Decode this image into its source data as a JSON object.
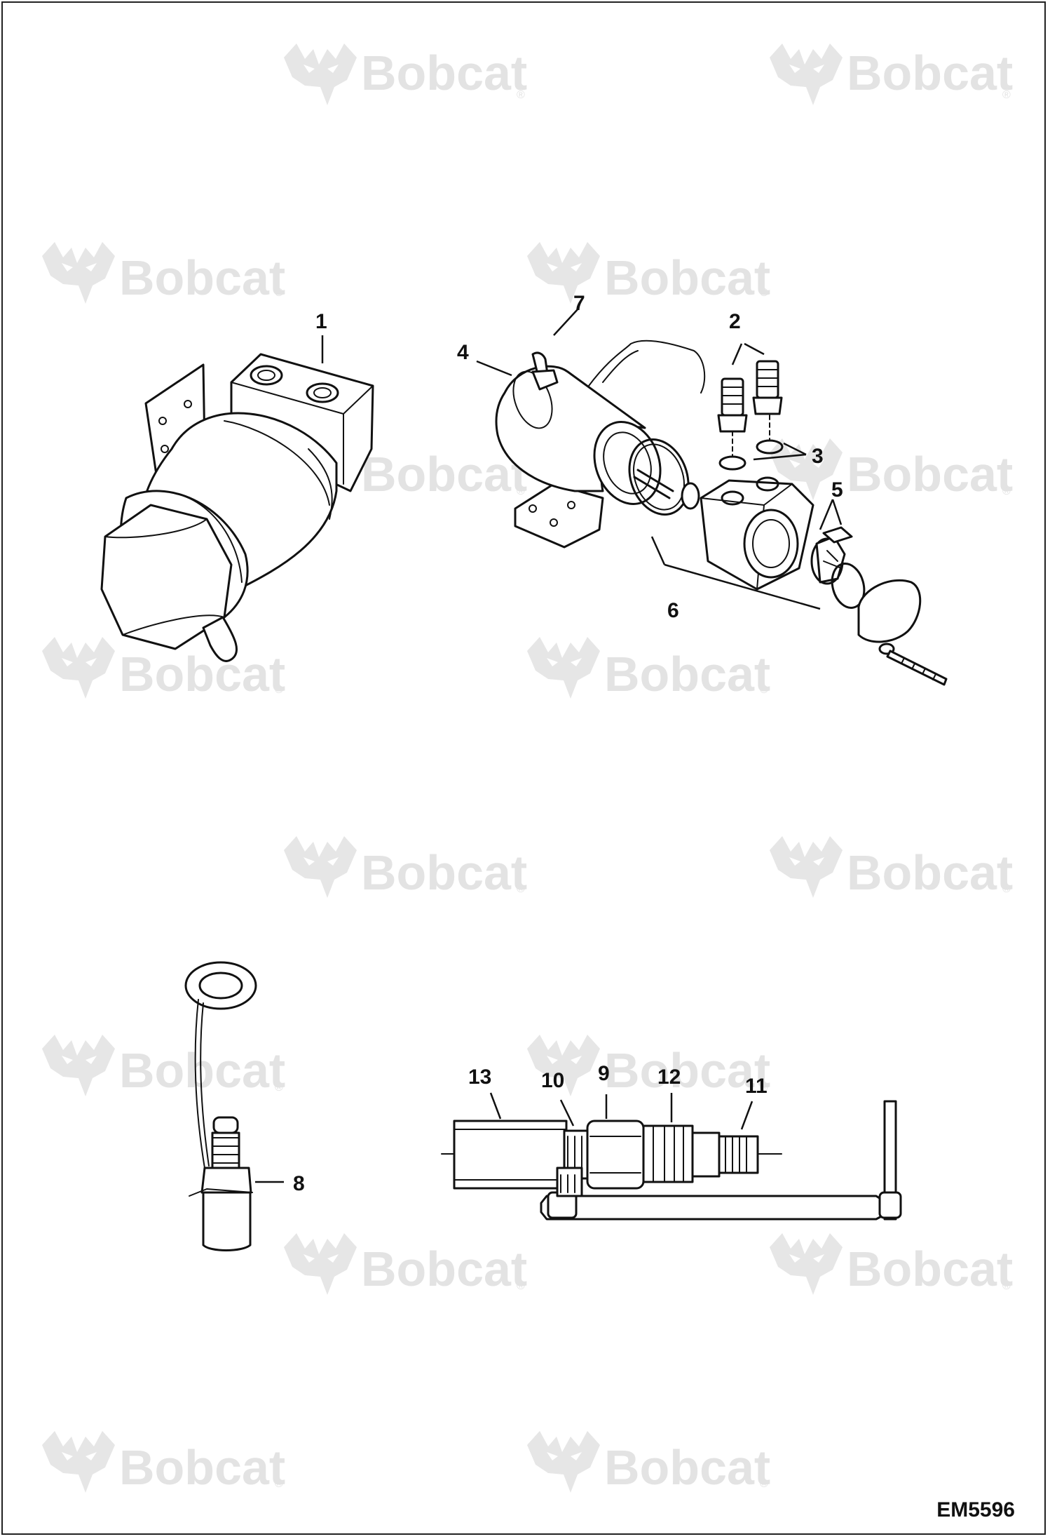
{
  "watermark": {
    "text": "Bobcat",
    "mark": "®"
  },
  "drawing_code": "EM5596",
  "callouts": {
    "c1": "1",
    "c2": "2",
    "c3": "3",
    "c4": "4",
    "c5": "5",
    "c6": "6",
    "c7": "7",
    "c8": "8",
    "c9": "9",
    "c10": "10",
    "c11": "11",
    "c12": "12",
    "c13": "13"
  }
}
